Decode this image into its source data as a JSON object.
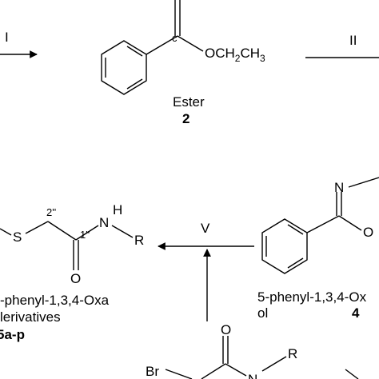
{
  "steps": {
    "step_I": "I",
    "step_II": "II",
    "step_V": "V"
  },
  "ester": {
    "group_prefix": "OCH",
    "group_sub1": "2",
    "group_mid": "CH",
    "group_sub2": "3",
    "name": "Ester",
    "number": "2"
  },
  "oxadiazole": {
    "atom_N": "N",
    "atom_O": "O",
    "name_line1": "5-phenyl-1,3,4-Ox",
    "name_line2": "ol",
    "number": "4"
  },
  "product": {
    "atom_S": "S",
    "atom_N": "N",
    "atom_H": "H",
    "atom_R": "R",
    "atom_O": "O",
    "label_2pp": "2''",
    "label_1pp": "1''",
    "name_line1": "-phenyl-1,3,4-Oxa",
    "name_line2": "lerivatives",
    "number": "5a-p"
  },
  "bromo": {
    "atom_Br": "Br",
    "atom_O": "O",
    "atom_N": "N",
    "atom_R": "R"
  }
}
